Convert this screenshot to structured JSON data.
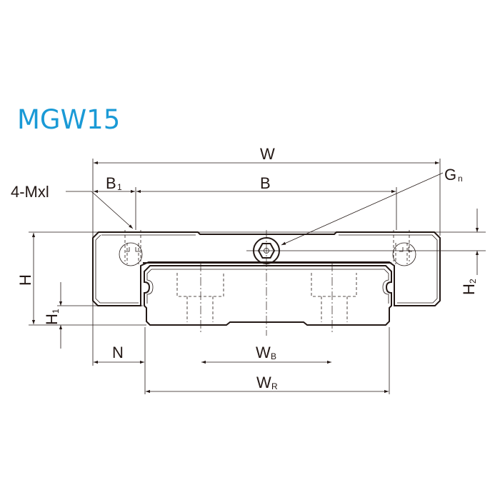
{
  "title": "MGW15",
  "labels": {
    "W": "W",
    "B": "B",
    "B1": "B",
    "B1_sub": "1",
    "Gn": "G",
    "Gn_sub": "n",
    "mount": "4-Mxl",
    "H": "H",
    "H1": "H",
    "H1_sub": "1",
    "H2": "H",
    "H2_sub": "2",
    "N": "N",
    "WB": "W",
    "WB_sub": "B",
    "WR": "W",
    "WR_sub": "R"
  },
  "colors": {
    "title": "#1a9ad6",
    "line": "#231815"
  }
}
